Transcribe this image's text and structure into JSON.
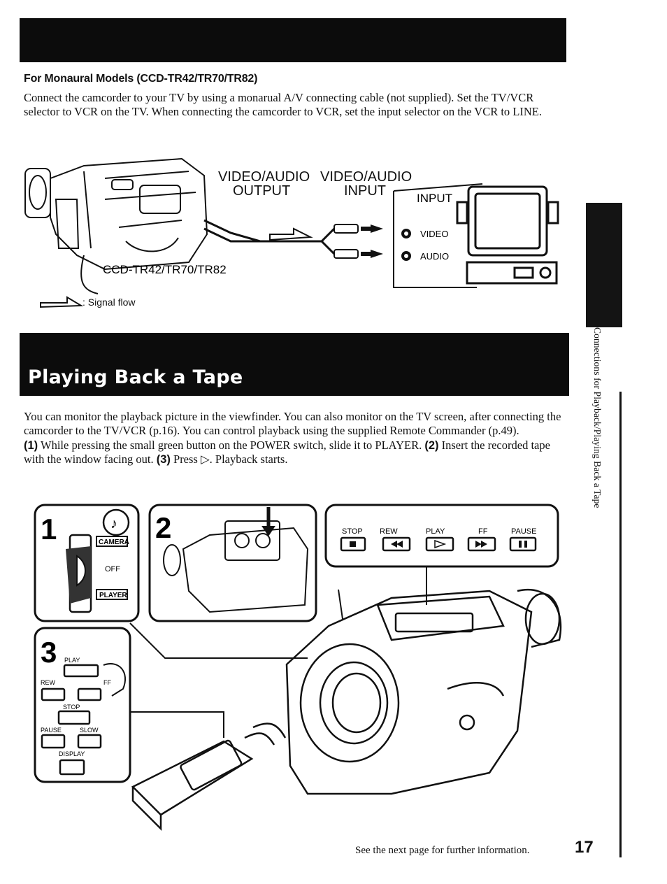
{
  "monaural": {
    "heading": "For Monaural Models (CCD-TR42/TR70/TR82)",
    "body": "Connect the camcorder to your TV by using a monarual A/V connecting cable (not supplied). Set the TV/VCR selector to VCR on the TV. When connecting the camcorder to VCR, set the input selector on the VCR to LINE."
  },
  "diagram_connection": {
    "output_label_1": "VIDEO/AUDIO",
    "output_label_2": "OUTPUT",
    "input_label_1": "VIDEO/AUDIO",
    "input_label_2": "INPUT",
    "tv_input_label": "INPUT",
    "video_jack": "VIDEO",
    "audio_jack": "AUDIO",
    "model_label": "CCD-TR42/TR70/TR82",
    "legend": ": Signal flow"
  },
  "section": {
    "title": "Playing Back a Tape",
    "p1": "You can monitor the playback picture in the viewfinder. You can also monitor on the TV screen, after connecting the camcorder to the TV/VCR (p.16). You can control playback using the supplied Remote Commander (p.49).",
    "step1_num": "(1)",
    "step1_text": " While pressing the small green button on the POWER switch, slide it to PLAYER. ",
    "step2_num": "(2)",
    "step2_text": " Insert the recorded tape with the window facing out. ",
    "step3_num": "(3)",
    "step3_text": " Press ▷. Playback starts."
  },
  "steps": {
    "step1": "1",
    "step2": "2",
    "step3": "3",
    "camera_label": "CAMERA",
    "off_label": "OFF",
    "player_label": "PLAYER"
  },
  "controls": {
    "stop": "STOP",
    "rew": "REW",
    "play": "PLAY",
    "ff": "FF",
    "pause": "PAUSE"
  },
  "remote": {
    "play": "PLAY",
    "rew": "REW",
    "ff": "FF",
    "stop": "STOP",
    "pause": "PAUSE",
    "slow": "SLOW",
    "display": "DISPLAY"
  },
  "side_tab": "Connections for Playback/Playing Back a Tape",
  "footer": {
    "note": "See the next page for further information.",
    "page_number": "17"
  }
}
